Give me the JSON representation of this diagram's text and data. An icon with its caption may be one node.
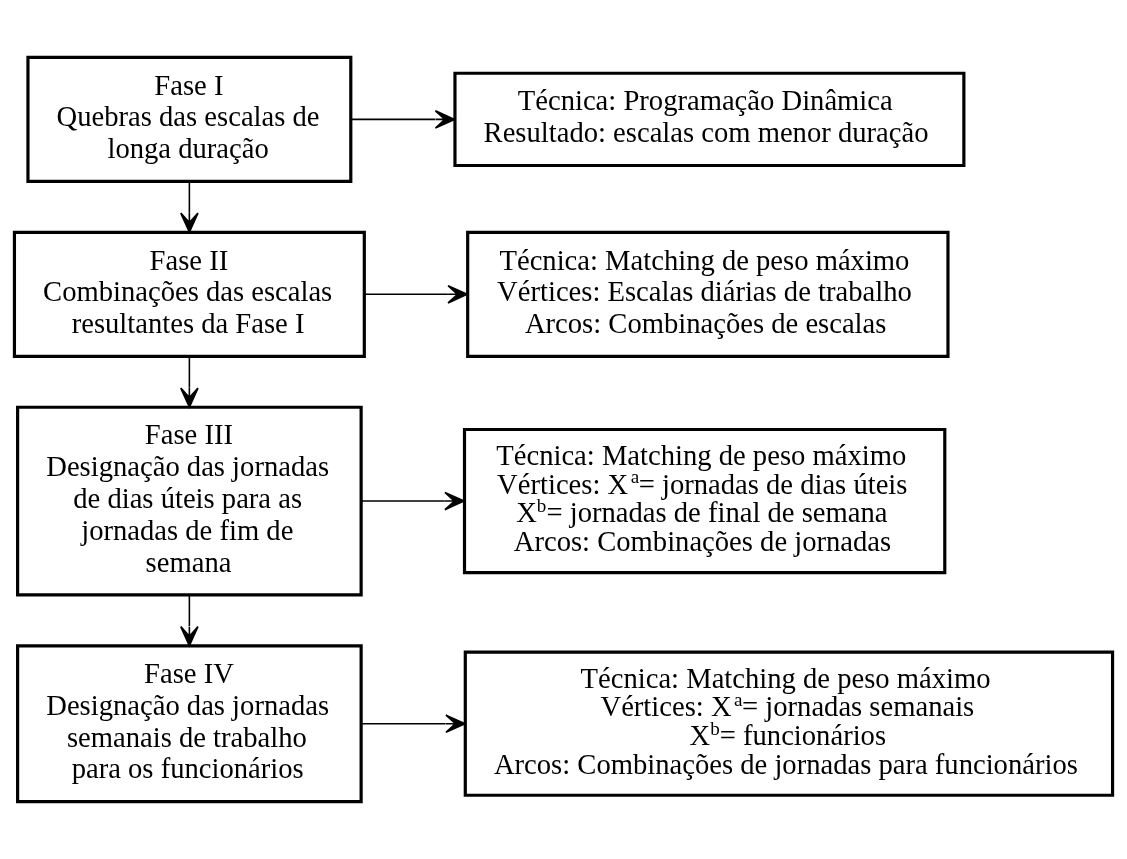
{
  "diagram": {
    "nodes": [
      {
        "text": [
          "Fase I",
          "Quebras das escalas de longa duração"
        ]
      },
      {
        "text": [
          "Técnica: Programação Dinâmica",
          "Resultado: escalas com menor duração"
        ]
      },
      {
        "text": [
          "Fase II",
          "Combinações das escalas resultantes da Fase I"
        ]
      },
      {
        "text": [
          "Técnica: Matching de peso máximo",
          "Vértices: Escalas diárias de trabalho",
          "Arcos: Combinações de escalas"
        ]
      },
      {
        "text": [
          "Fase III",
          "Designação das jornadas de dias úteis para as jornadas de fim de semana"
        ]
      },
      {
        "text": [
          "Técnica: Matching de peso máximo",
          "Vértices: X$^{a}$= jornadas de dias úteis",
          "X$^{b}$= jornadas de final de semana",
          "Arcos: Combinações de jornadas"
        ]
      },
      {
        "text": [
          "Fase IV",
          "Designação das jornadas semanais de trabalho para os funcionários"
        ]
      },
      {
        "text": [
          "Técnica: Matching de peso máximo",
          "Vértices: X$^{a}$= jornadas semanais",
          "X$^{b}$= funcionários",
          "Arcos: Combinações de jornadas para funcionários"
        ]
      }
    ],
    "edges": [
      {
        "from": 0,
        "to": 1,
        "arrow": "to"
      },
      {
        "from": 0,
        "to": 2,
        "arrow": "to"
      },
      {
        "from": 2,
        "to": 3,
        "arrow": "to"
      },
      {
        "from": 2,
        "to": 4,
        "arrow": "to"
      },
      {
        "from": 4,
        "to": 5,
        "arrow": "to"
      },
      {
        "from": 4,
        "to": 6,
        "arrow": "to"
      },
      {
        "from": 6,
        "to": 7,
        "arrow": "to"
      }
    ]
  }
}
